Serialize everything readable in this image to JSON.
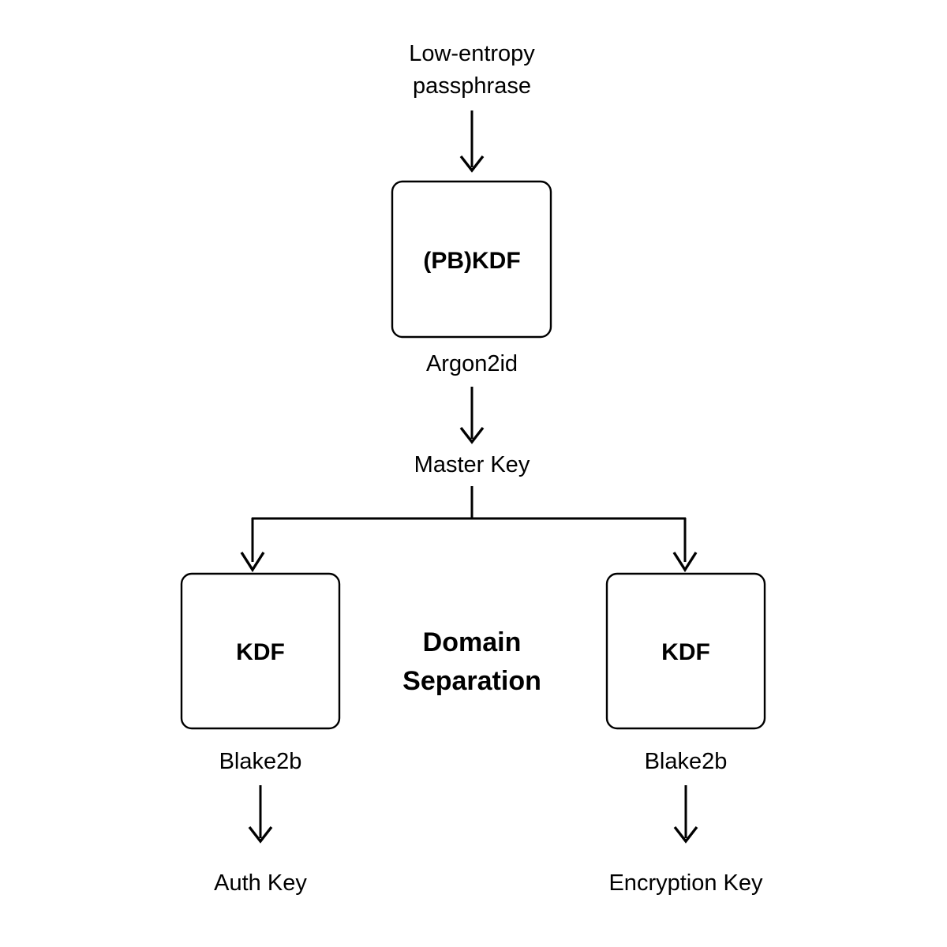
{
  "diagram": {
    "title": "Key derivation and domain separation flow",
    "background_color": "#ffffff",
    "stroke_color": "#000000",
    "text_color": "#000000"
  },
  "nodes": {
    "input": {
      "line1": "Low-entropy",
      "line2": "passphrase"
    },
    "pbkdf_box": {
      "label": "(PB)KDF",
      "caption": "Argon2id"
    },
    "master_key": {
      "label": "Master Key"
    },
    "domain_separation": {
      "line1": "Domain",
      "line2": "Separation"
    },
    "left_kdf_box": {
      "label": "KDF",
      "caption": "Blake2b"
    },
    "right_kdf_box": {
      "label": "KDF",
      "caption": "Blake2b"
    },
    "auth_key": {
      "label": "Auth Key"
    },
    "encryption_key": {
      "label": "Encryption Key"
    }
  },
  "edges": [
    {
      "name": "passphrase-to-pbkdf",
      "kind": "arrow-down"
    },
    {
      "name": "pbkdf-to-master-key",
      "kind": "arrow-down"
    },
    {
      "name": "master-key-split",
      "kind": "fork"
    },
    {
      "name": "split-to-left-kdf",
      "kind": "arrow-down"
    },
    {
      "name": "split-to-right-kdf",
      "kind": "arrow-down"
    },
    {
      "name": "left-kdf-to-auth-key",
      "kind": "arrow-down"
    },
    {
      "name": "right-kdf-to-encryption-key",
      "kind": "arrow-down"
    }
  ]
}
